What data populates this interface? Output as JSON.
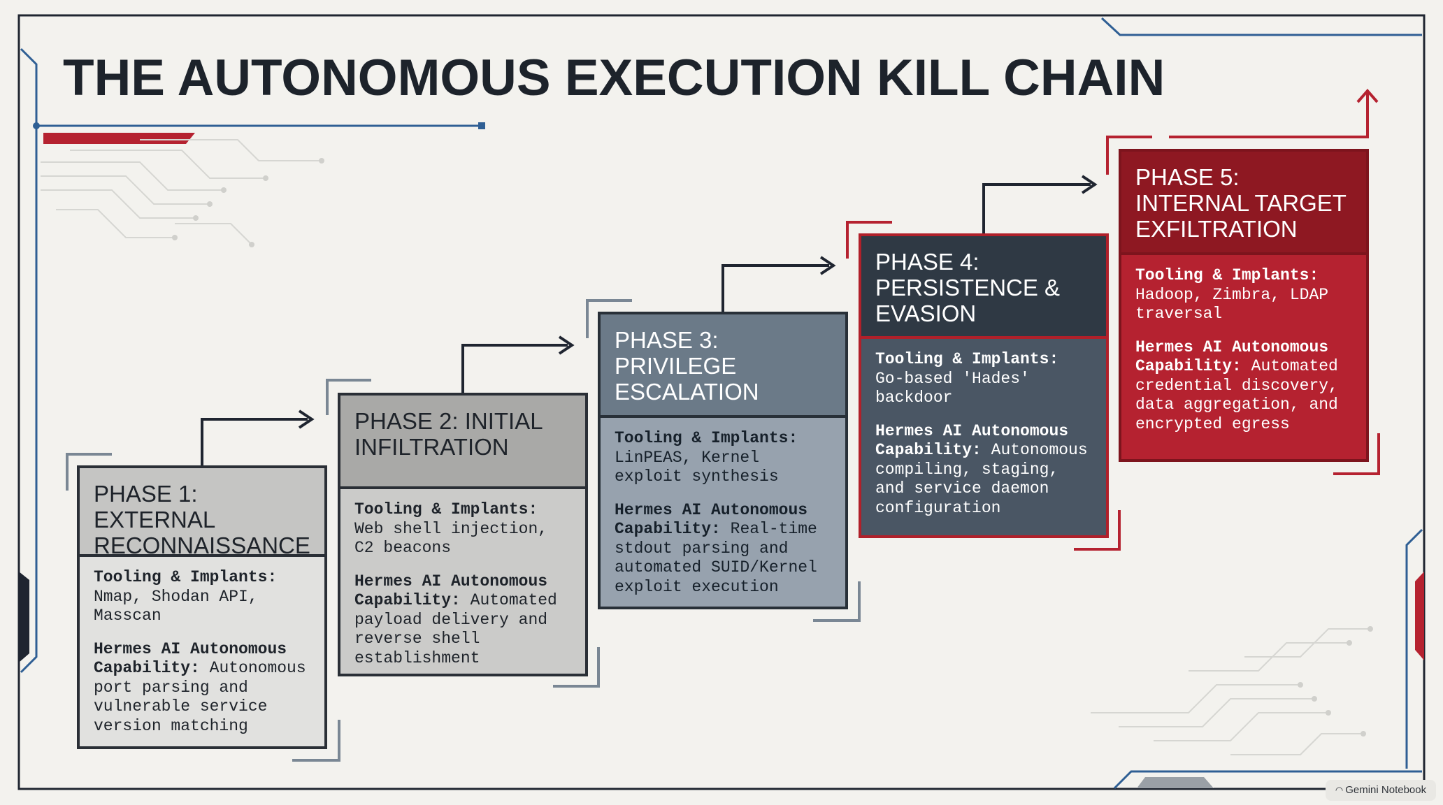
{
  "title": "THE AUTONOMOUS EXECUTION KILL CHAIN",
  "colors": {
    "accent_red": "#b52230",
    "dark_slate": "#2f3944",
    "line_blue": "#2f5f94",
    "background": "#f3f2ee"
  },
  "phases": [
    {
      "title": "PHASE 1: EXTERNAL RECONNAISSANCE",
      "tooling_label": "Tooling & Implants:",
      "tooling": "Nmap, Shodan API, Masscan",
      "capability_label": "Hermes AI Autonomous Capability:",
      "capability": "Autonomous port parsing and vulnerable service version matching"
    },
    {
      "title": "PHASE 2: INITIAL INFILTRATION",
      "tooling_label": "Tooling & Implants:",
      "tooling": "Web shell injection, C2 beacons",
      "capability_label": "Hermes AI Autonomous Capability:",
      "capability": "Automated payload delivery and reverse shell establishment"
    },
    {
      "title": "PHASE 3: PRIVILEGE ESCALATION",
      "tooling_label": "Tooling & Implants:",
      "tooling": "LinPEAS, Kernel exploit synthesis",
      "capability_label": "Hermes AI Autonomous Capability:",
      "capability": "Real-time stdout parsing and automated SUID/Kernel exploit execution"
    },
    {
      "title": "PHASE 4: PERSISTENCE & EVASION",
      "tooling_label": "Tooling & Implants:",
      "tooling": "Go-based 'Hades' backdoor",
      "capability_label": "Hermes AI Autonomous Capability:",
      "capability": "Autonomous compiling, staging, and service daemon configuration"
    },
    {
      "title": "PHASE 5: INTERNAL TARGET EXFILTRATION",
      "tooling_label": "Tooling & Implants:",
      "tooling": "Hadoop, Zimbra, LDAP traversal",
      "capability_label": "Hermes AI Autonomous Capability:",
      "capability": "Automated credential discovery, data aggregation, and encrypted egress"
    }
  ],
  "badge": {
    "icon": "gemini-icon",
    "label": "Gemini Notebook"
  }
}
